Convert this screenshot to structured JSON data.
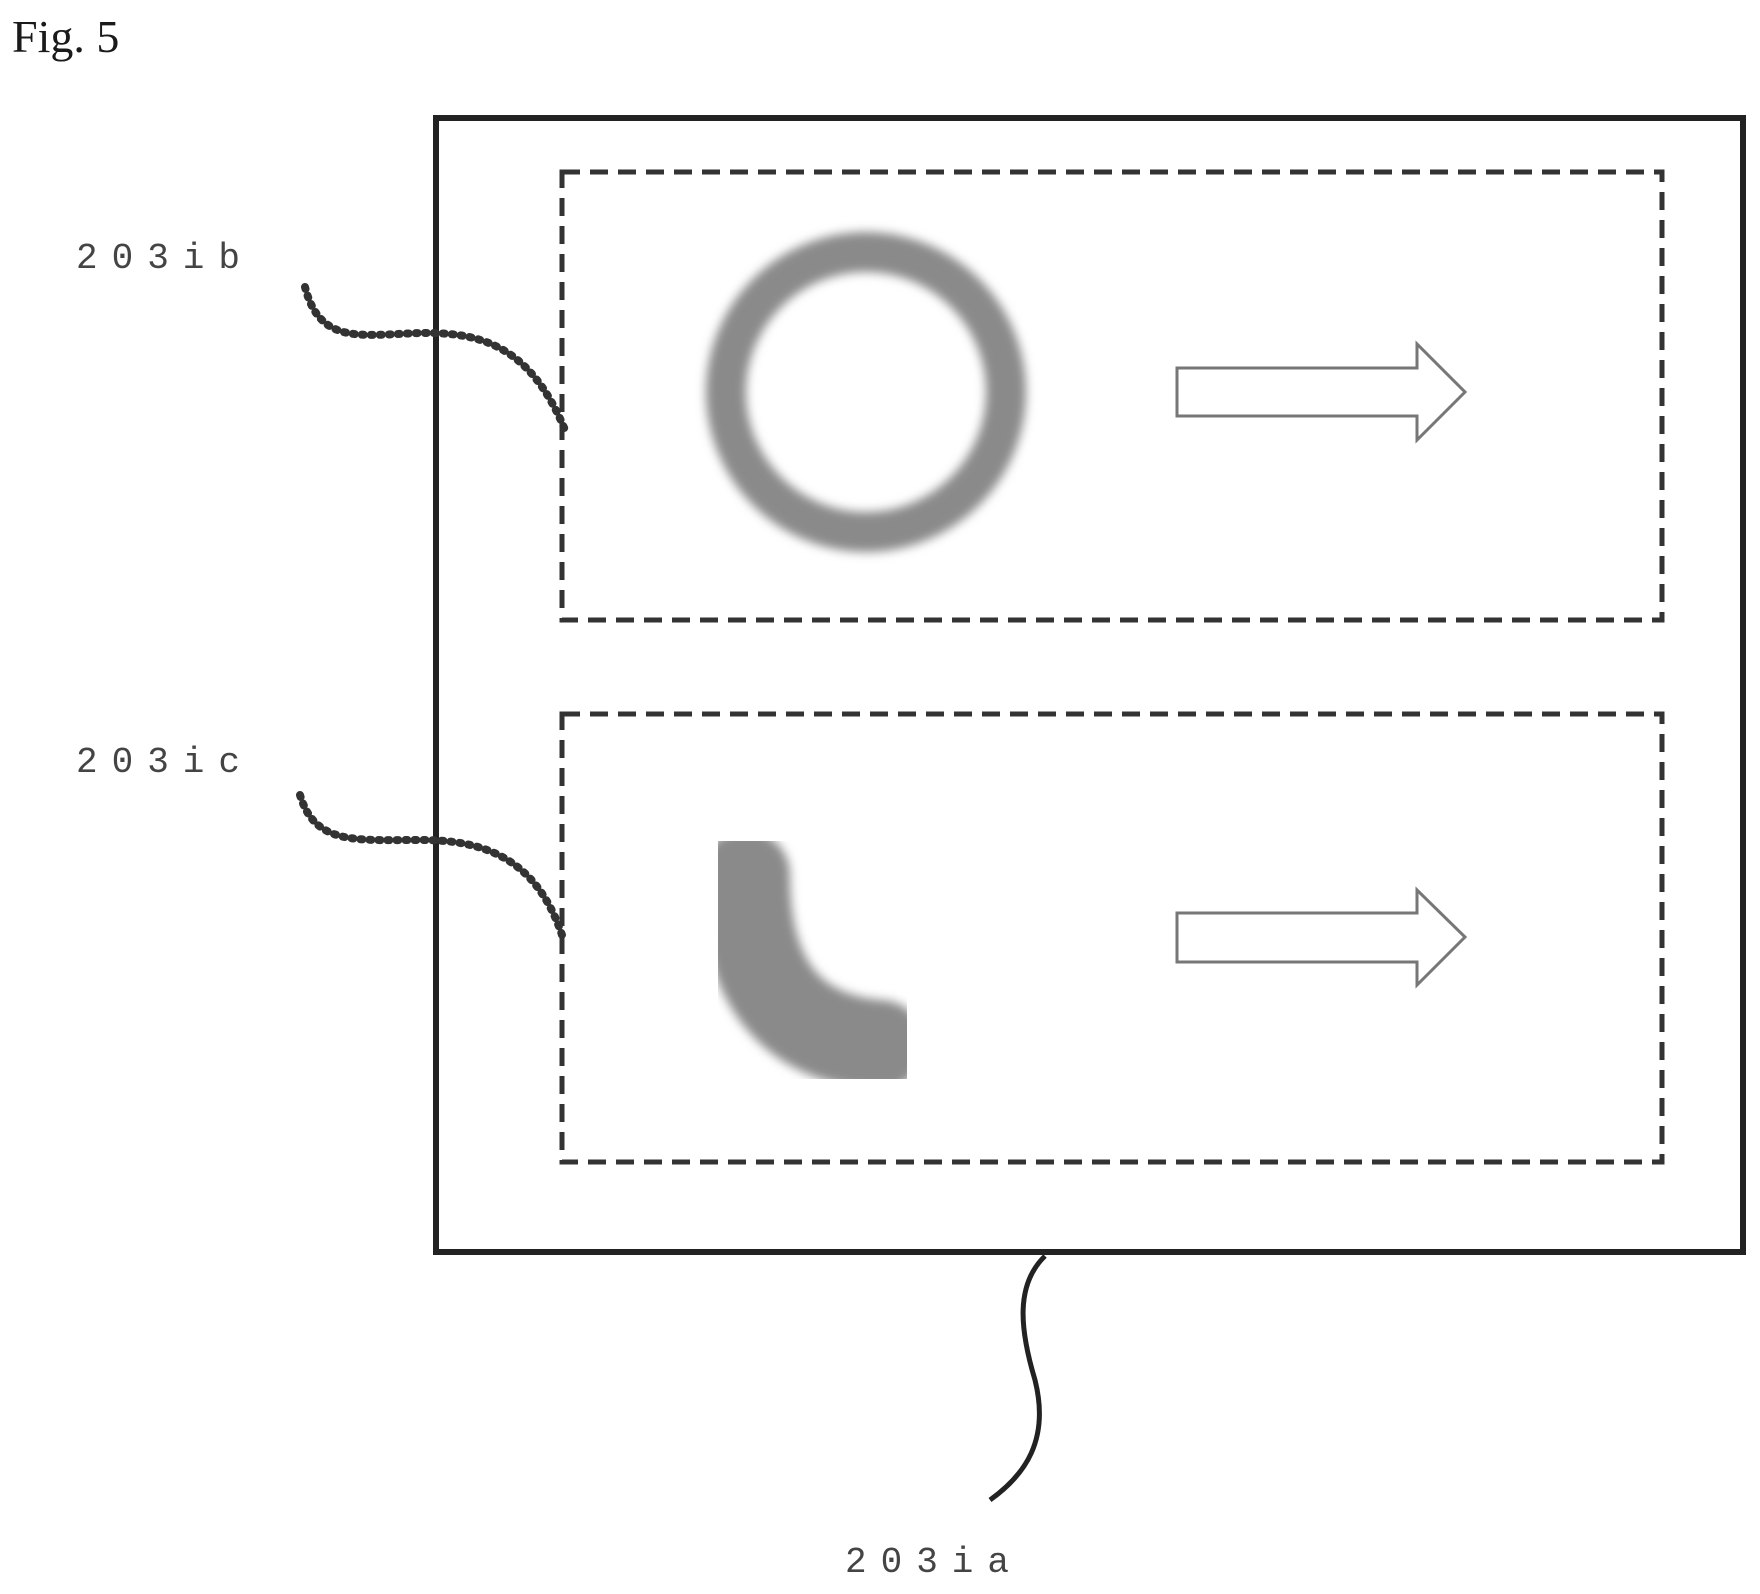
{
  "figure": {
    "title": "Fig. 5"
  },
  "labels": {
    "outer_frame": "203ia",
    "upper_region": "203ib",
    "lower_region": "203ic"
  },
  "colors": {
    "frame": "#222222",
    "dashed": "#333333",
    "shape_fill": "#8a8a8a",
    "arrow_stroke": "#777777",
    "leader": "#333333"
  }
}
